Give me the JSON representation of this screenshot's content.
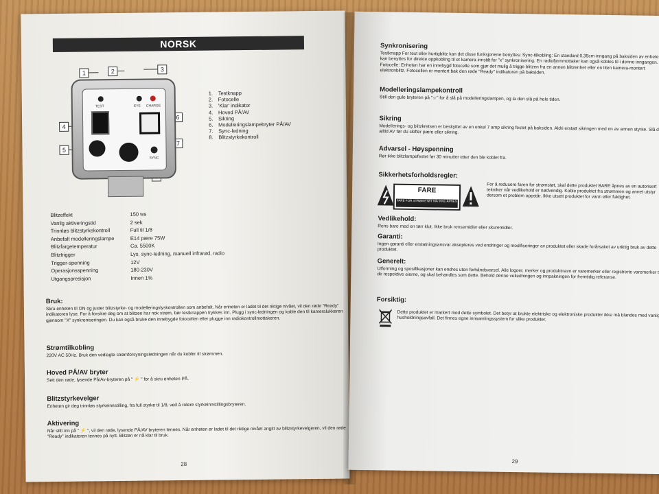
{
  "left_page": {
    "header": "NORSK",
    "callouts": [
      "1",
      "2",
      "3",
      "4",
      "5",
      "6",
      "7",
      "8"
    ],
    "device_labels": {
      "test": "TEST",
      "eye": "EYE",
      "charge": "CHARGE",
      "sync": "SYNC"
    },
    "legend": [
      {
        "n": "1.",
        "label": "Testknapp"
      },
      {
        "n": "2.",
        "label": "Fotocelle"
      },
      {
        "n": "3.",
        "label": "'Klar' indikator"
      },
      {
        "n": "4.",
        "label": "Hoved PÅ/AV"
      },
      {
        "n": "5.",
        "label": "Sikring"
      },
      {
        "n": "6.",
        "label": "Modelleringslampebryter PÅ/AV"
      },
      {
        "n": "7.",
        "label": "Sync-ledning"
      },
      {
        "n": "8.",
        "label": "Blitzstyrkekontroll"
      }
    ],
    "specs": [
      {
        "k": "Blitzeffekt",
        "v": "150 ws"
      },
      {
        "k": "Vanlig aktiveringstid",
        "v": "2 sek"
      },
      {
        "k": "Trinnløs blitzstyrkekontroll",
        "v": "Full til 1/8"
      },
      {
        "k": "Anbefalt modelleringslampe",
        "v": "E14 pære 75W"
      },
      {
        "k": "Blitzfargetemperatur",
        "v": "Ca. 5500K"
      },
      {
        "k": "Blitztrigger",
        "v": "Lys, sync-ledning, manuell infrarød, radio"
      },
      {
        "k": "Trigger-spenning",
        "v": "12V"
      },
      {
        "k": "Operasjonsspenning",
        "v": "180-230V"
      },
      {
        "k": "Utgangspresisjon",
        "v": "Innen 1%"
      }
    ],
    "bruk": {
      "title": "Bruk:",
      "text": "Skru enheten til ON og juster blitzstyrke- og modelleringslyskontrollen som anbefalt. Når enheten er ladet til det riktige nivået, vil den røde \"Ready\" indikatoren lyse. For å forsikre deg om at blitzen har nok strøm, bør testknappen trykkes inn. Plugg i sync-ledningen og koble den til kameralukkeren gjennom \"X\" synkroniseringen. Du kan også bruke den innebygde fotocellen eller plugge inn radiokontrollmottakeren."
    },
    "stromtilkobling": {
      "title": "Strømtilkobling",
      "text": "220V AC 50Hz. Bruk den vedlagte strømforsyningsledningen når du kobler til strømmen."
    },
    "hoved": {
      "title": "Hoved PÅ/AV bryter",
      "text": "Sett den røde, lysende På/Av-bryteren på \" ⚡ \" for å skru enheten PÅ."
    },
    "blitzstyrkevelger": {
      "title": "Blitzstyrkevelger",
      "text": "Enheten gir deg trinnløs styrkeinnstilling, fra full styrke til 1/8, ved å rotere styrkeinnstillingsbryteren."
    },
    "aktivering": {
      "title": "Aktivering",
      "text": "Når stilt inn på \" ⚡ \", vil den røde, lysende PÅ/AV bryteren tennes. Når enheten er ladet til det riktige nivået angitt av blitzstyrkevelgeren, vil den røde \"Ready\" indikatoren tennes på nytt. Blitzen er nå klar til bruk."
    },
    "page_number": "28"
  },
  "right_page": {
    "synk": {
      "title": "Synkronisering",
      "text": "Testknapp For test eller hurtigblitz kan det disse funksjonene benyttes: Sync-tilkobling: En standard 0,35cm inngang på baksiden av enheten kan benyttes for direkte oppkobling til et kamera innstilt for \"x\" synkronisering. En radiofjernmottaker kan også kobles til i denne inngangen. Fotocelle: Enheten har en innebygd fotocelle som gjør det mulig å trigge blitzen fra en annen blitzenhet eller en liten kamera-montert elektronblitz. Fotocellen er montert bak den røde \"Ready\" indikatoren på baksiden."
    },
    "modell": {
      "title": "Modelleringslampekontroll",
      "text": "Still den gule bryteren på \"☼\" for å slå på modelleringslampen, og la den stå på hele tiden."
    },
    "sikring": {
      "title": "Sikring",
      "text": "Modellerings- og blitzkretsen er beskyttet av en enkel 7 amp sikring festet på baksiden. Aldri erstatt sikringen med en av annen styrke. Slå den alltid AV før du skifter pære eller sikring."
    },
    "advarsel": {
      "title": "Advarsel - Høyspenning",
      "text": "Rør ikke blitzlampefestet før 30 minutter etter den ble koblet fra."
    },
    "sikkerhet": {
      "title": "Sikkerhetsforholdsregler:",
      "fare_title": "FARE",
      "fare_sub": "FARE FOR STRØMSTØT MÅ IKKE ÅPNES",
      "text": "For å redusere faren for strømstøt, skal dette produktet BARE åpnes av en autorisert tekniker når vedlikehold er nødvendig. Koble produktet fra strømmen og annet utstyr dersom et problem oppstår. Ikke utsett produktet for vann eller fuktighet."
    },
    "vedlikehold": {
      "title": "Vedlikehold:",
      "text": "Rens bare med en tørr klut. Ikke bruk rensemidler eller skuremidler."
    },
    "garanti": {
      "title": "Garanti:",
      "text": "Ingen garanti eller erstatningsansvar aksepteres ved endringer og modifiseringer av produktet eller skade forårsaket av uriktig bruk av dette produktet."
    },
    "generelt": {
      "title": "Generelt:",
      "text": "Utforming og spesifikasjoner kan endres uten forhåndsvarsel. Alle logoer, merker og produktnavn er varemerker eller registrerte varemerker til de respektive eierne, og skal behandles som dette. Behold denne veiledningen og innpakningen for fremtidig referanse."
    },
    "forsiktig": {
      "title": "Forsiktig:",
      "text": "Dette produktet er markert med dette symbolet. Det betyr at brukte elektriske og elektroniske produkter ikke må blandes med vanlig husholdningsavfall. Det finnes egne innsamlingssystem for slike produkter."
    },
    "page_number": "29"
  }
}
